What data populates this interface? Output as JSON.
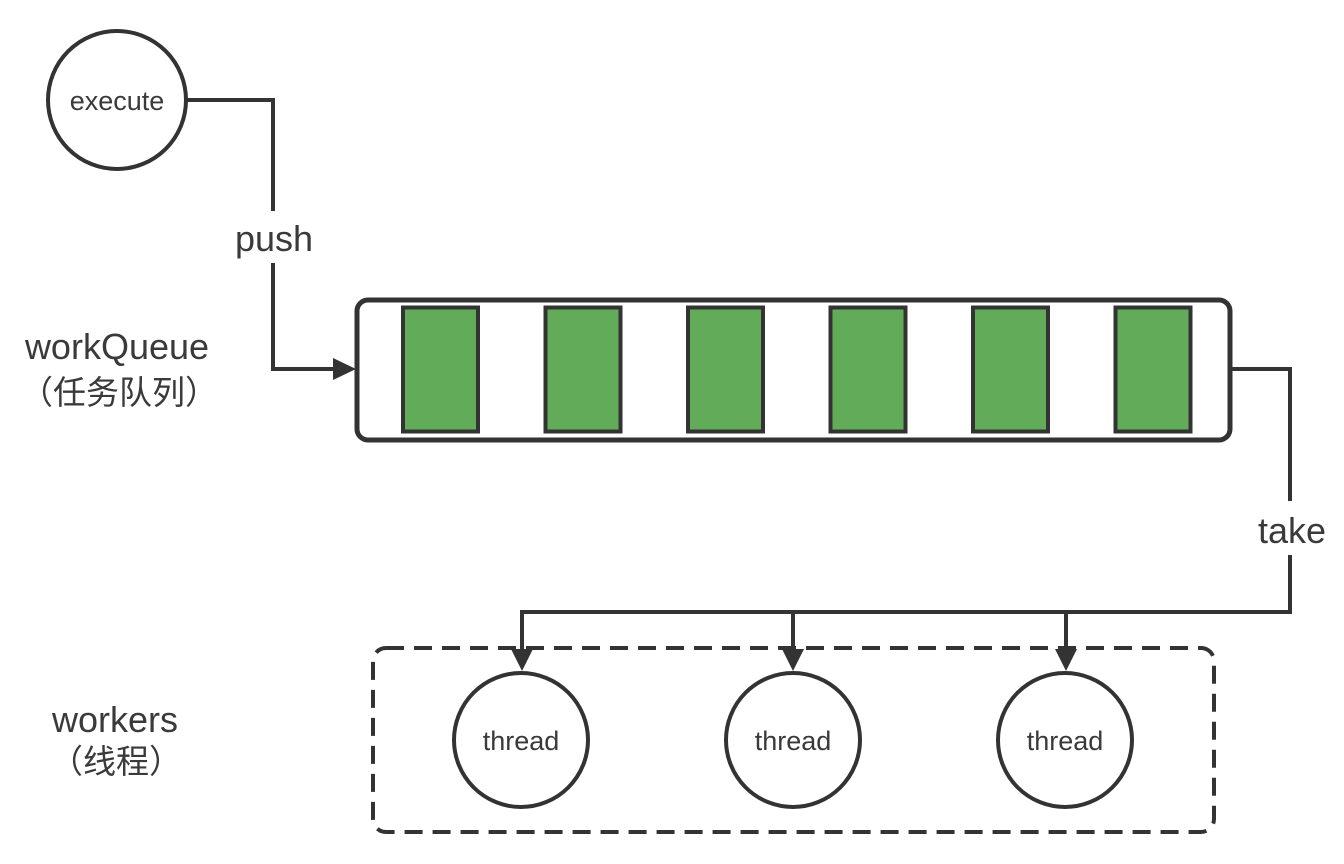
{
  "diagram": {
    "executor": {
      "label": "execute"
    },
    "edges": {
      "push_label": "push",
      "take_label": "take"
    },
    "work_queue": {
      "title": "workQueue",
      "subtitle": "（任务队列）",
      "task_count": 6,
      "task_fill": "#62ac59"
    },
    "workers": {
      "title": "workers",
      "subtitle": "（线程）",
      "threads": [
        "thread",
        "thread",
        "thread"
      ]
    },
    "colors": {
      "line": "#333333",
      "text": "#3a3a3a",
      "task_fill": "#62ac59",
      "node_fill": "#ffffff",
      "background": "#ffffff"
    }
  }
}
